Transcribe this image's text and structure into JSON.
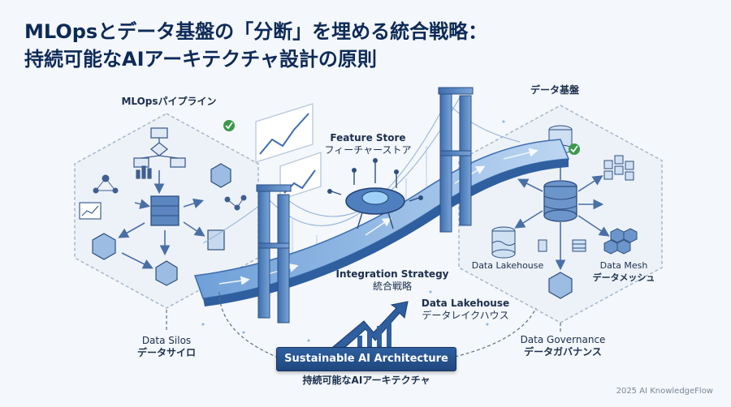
{
  "title": {
    "line1": "MLOpsとデータ基盤の「分断」を埋める統合戦略：",
    "line2": "持続可能なAIアーキテクチャ設計の原則"
  },
  "labels": {
    "mlops_pipeline": "MLOpsパイプライン",
    "data_platform": "データ基盤",
    "feature_store_en": "Feature Store",
    "feature_store_ja": "フィーチャーストア",
    "integration_en": "Integration Strategy",
    "integration_ja": "統合戦略",
    "lakehouse_center_en": "Data Lakehouse",
    "lakehouse_center_ja": "データレイクハウス",
    "data_silos_en": "Data Silos",
    "data_silos_ja": "データサイロ",
    "lakehouse_right": "Data Lakehouse",
    "data_mesh_en": "Data Mesh",
    "data_mesh_ja": "データメッシュ",
    "governance_en": "Data Governance",
    "governance_ja": "データガバナンス",
    "banner": "Sustainable AI Architecture",
    "banner_sub": "持続可能なAIアーキテクチャ"
  },
  "footer": "2025 AI KnowledgeFlow",
  "colors": {
    "title": "#0d2a57",
    "accent": "#2f5f9f",
    "bridge": "#4f7fbf",
    "check": "#3a9a4a"
  },
  "icons": [
    "check-icon",
    "database-icon",
    "cube-icon",
    "network-icon",
    "chart-icon",
    "trend-arrow-icon"
  ]
}
